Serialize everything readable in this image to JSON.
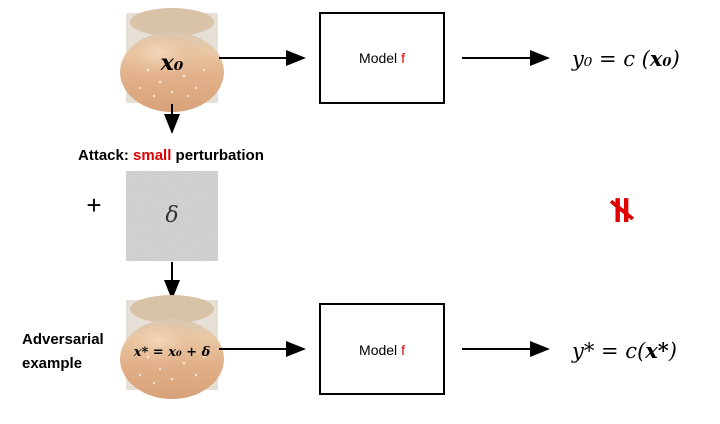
{
  "input_image_label": "x₀",
  "model_top": {
    "prefix": "Model ",
    "suffix": "f"
  },
  "model_bottom": {
    "prefix": "Model ",
    "suffix": "f"
  },
  "output_top": {
    "lhs": "y₀ = c (",
    "var": "x₀",
    "rhs": ")"
  },
  "attack": {
    "prefix": "Attack: ",
    "highlight": "small",
    "suffix": " perturbation"
  },
  "plus_sign": "+",
  "delta_label": "δ",
  "not_equal_symbol": "≠",
  "adversarial_line1": "Adversarial",
  "adversarial_line2": "example",
  "adv_image_label": {
    "lhs": "x* = x₀ + δ"
  },
  "output_bottom": {
    "lhs": "y* = c(",
    "var": "x*",
    "rhs": ")"
  },
  "colors": {
    "accent": "#e00000",
    "text": "#000000",
    "box": "#000000",
    "noise": "#d4d4d4",
    "bun": "#e0b48e"
  }
}
